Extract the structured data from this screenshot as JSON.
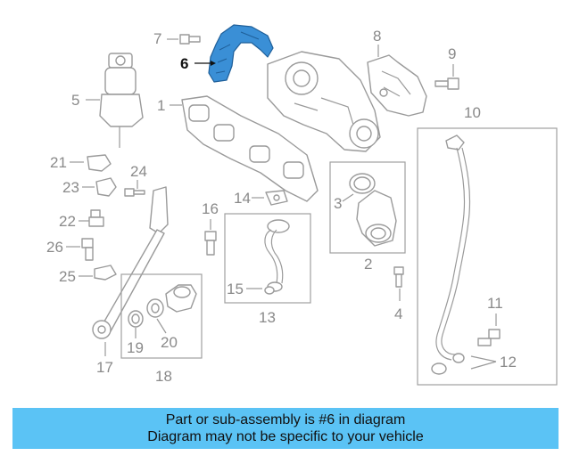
{
  "diagram": {
    "callouts": {
      "c1": "1",
      "c2": "2",
      "c3": "3",
      "c4": "4",
      "c5": "5",
      "c6": "6",
      "c7": "7",
      "c8": "8",
      "c9": "9",
      "c10": "10",
      "c11": "11",
      "c12": "12",
      "c13": "13",
      "c14": "14",
      "c15": "15",
      "c16": "16",
      "c17": "17",
      "c18": "18",
      "c19": "19",
      "c20": "20",
      "c21": "21",
      "c22": "22",
      "c23": "23",
      "c24": "24",
      "c25": "25",
      "c26": "26"
    },
    "highlighted_part": "6",
    "colors": {
      "highlight": "#3a8fd6",
      "banner": "#5bc3f5",
      "line": "#9a9a9a"
    }
  },
  "banner": {
    "line1": "Part or sub-assembly is #6 in diagram",
    "line2": "Diagram may not be specific to your vehicle"
  }
}
